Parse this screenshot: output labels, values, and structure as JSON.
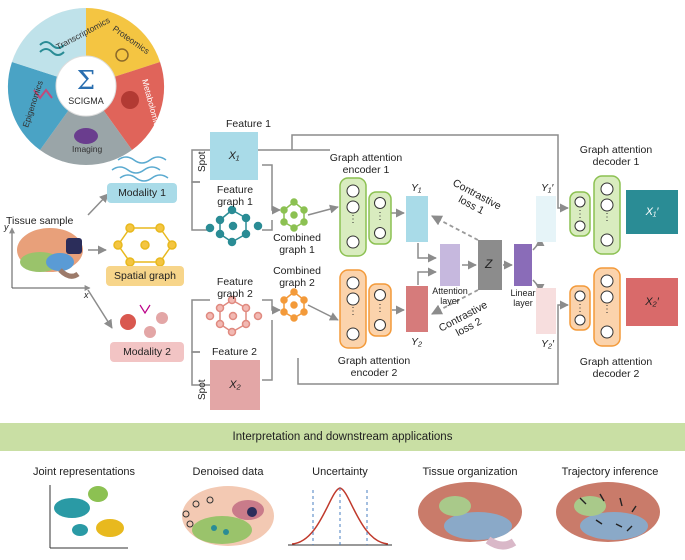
{
  "omics_wheel": {
    "center_label": "SCIGMA",
    "center_symbol": "Σ",
    "segments": [
      "Transcriptomics",
      "Proteomics",
      "Metabolomics",
      "Imaging",
      "Epigenomics"
    ]
  },
  "inputs": {
    "tissue_sample": "Tissue sample",
    "axis_x": "x",
    "axis_y": "y",
    "modality1": "Modality 1",
    "spatial_graph": "Spatial graph",
    "modality2": "Modality 2"
  },
  "features": {
    "feature1": "Feature 1",
    "x1": "X₁",
    "spot1": "Spot",
    "feature_graph1": "Feature graph 1",
    "combined_graph1": "Combined graph 1",
    "combined_graph2": "Combined graph 2",
    "feature_graph2": "Feature graph 2",
    "feature2": "Feature 2",
    "x2": "X₂",
    "spot2": "Spot"
  },
  "model": {
    "encoder1": "Graph attention encoder 1",
    "encoder2": "Graph attention encoder 2",
    "y1": "Y₁",
    "y2": "Y₂",
    "contrastive1": "Contrastive loss 1",
    "contrastive2": "Contrastive loss 2",
    "attention_layer": "Attention layer",
    "z": "Z",
    "linear_layer": "Linear layer",
    "y1_prime": "Y₁′",
    "y2_prime": "Y₂′",
    "decoder1": "Graph attention decoder 1",
    "decoder2": "Graph attention decoder 2",
    "x1_prime": "X₁′",
    "x2_prime": "X₂′"
  },
  "applications": {
    "band_title": "Interpretation and downstream applications",
    "items": [
      "Joint representations",
      "Denoised data",
      "Uncertainty",
      "Tissue organization",
      "Trajectory inference"
    ]
  },
  "colors": {
    "teal": "#2a8c95",
    "light_blue": "#a9dbe8",
    "green": "#8cc152",
    "light_green": "#d9ecbf",
    "orange": "#f39a3a",
    "light_orange": "#fbd3ac",
    "pink": "#e3a6a6",
    "rose": "#d67b7b",
    "yellow": "#f4c542",
    "purple": "#8a6cb8",
    "grey": "#8c8c8c",
    "band": "#c9dfa4"
  }
}
